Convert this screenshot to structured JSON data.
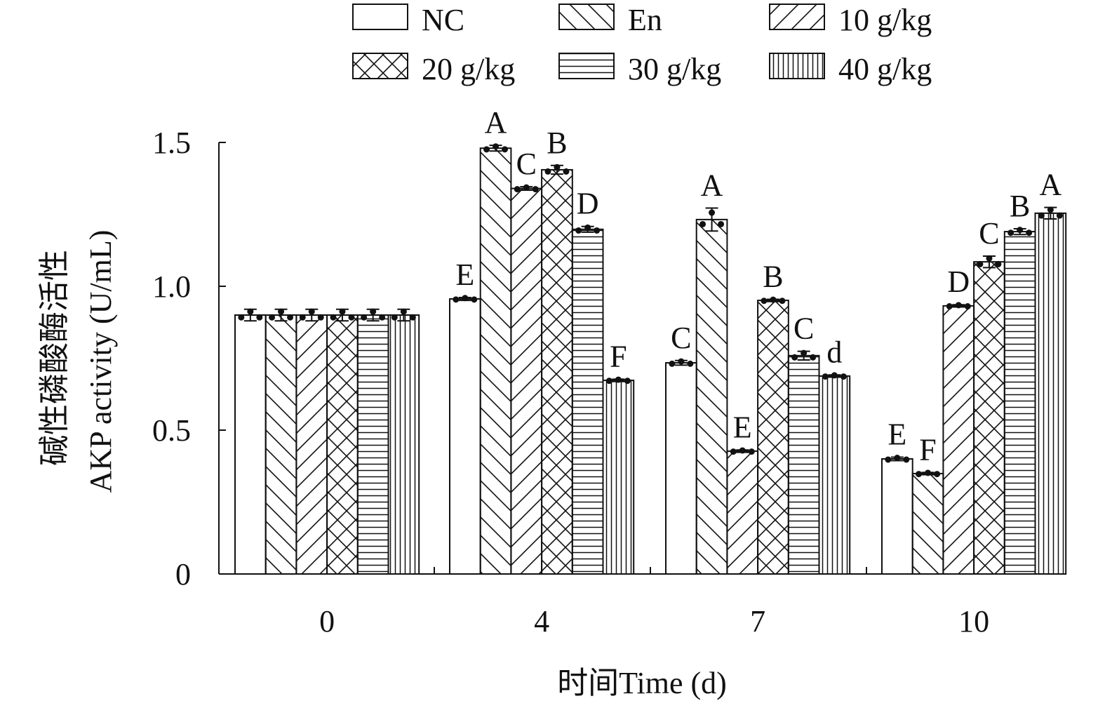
{
  "chart_data": {
    "type": "bar",
    "xlabel": "时间Time (d)",
    "ylabel_cn": "碱性磷酸酶活性",
    "ylabel": "AKP activity (U/mL)",
    "ylim": [
      0,
      1.5
    ],
    "yticks": [
      0,
      0.5,
      1.0,
      1.5
    ],
    "ytick_labels": [
      "0",
      "0.5",
      "1.0",
      "1.5"
    ],
    "categories": [
      "0",
      "4",
      "7",
      "10"
    ],
    "legend_position": "top",
    "series": [
      {
        "name": "NC",
        "pattern": "none",
        "values": [
          0.9,
          0.956,
          0.734,
          0.4
        ],
        "errors": [
          0.02,
          0.005,
          0.008,
          0.006
        ],
        "letters": [
          "",
          "E",
          "C",
          "E"
        ]
      },
      {
        "name": "En",
        "pattern": "backslash",
        "values": [
          0.9,
          1.48,
          1.232,
          0.349
        ],
        "errors": [
          0.02,
          0.01,
          0.04,
          0.004
        ],
        "letters": [
          "",
          "A",
          "A",
          "F"
        ]
      },
      {
        "name": "10 g/kg",
        "pattern": "slash",
        "values": [
          0.9,
          1.34,
          0.427,
          0.932
        ],
        "errors": [
          0.02,
          0.006,
          0.004,
          0.004
        ],
        "letters": [
          "",
          "C",
          "E",
          "D"
        ]
      },
      {
        "name": "20 g/kg",
        "pattern": "cross",
        "values": [
          0.9,
          1.405,
          0.951,
          1.085
        ],
        "errors": [
          0.02,
          0.015,
          0.004,
          0.02
        ],
        "letters": [
          "",
          "B",
          "B",
          "C"
        ]
      },
      {
        "name": "30 g/kg",
        "pattern": "horizontal",
        "values": [
          0.9,
          1.198,
          0.759,
          1.19
        ],
        "errors": [
          0.02,
          0.01,
          0.015,
          0.01
        ],
        "letters": [
          "",
          "D",
          "C",
          "B"
        ]
      },
      {
        "name": "40 g/kg",
        "pattern": "vertical",
        "values": [
          0.9,
          0.673,
          0.688,
          1.254
        ],
        "errors": [
          0.02,
          0.004,
          0.004,
          0.02
        ],
        "letters": [
          "",
          "F",
          "d",
          "A"
        ]
      }
    ]
  }
}
